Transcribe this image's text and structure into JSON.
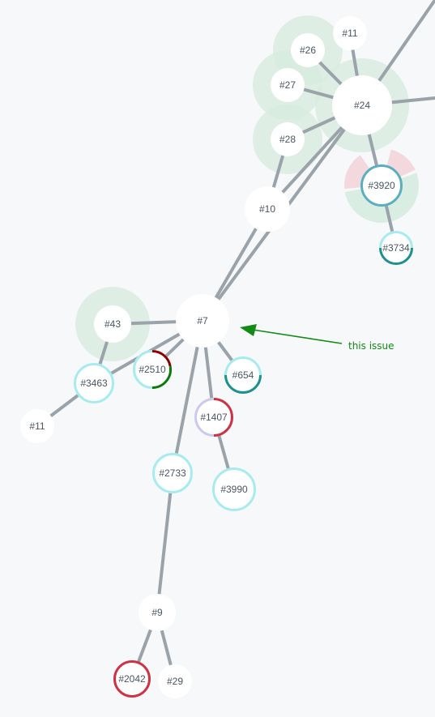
{
  "graph": {
    "nodes": [
      {
        "id": "n11a",
        "label": "#11"
      },
      {
        "id": "n26",
        "label": "#26"
      },
      {
        "id": "n27",
        "label": "#27"
      },
      {
        "id": "n24",
        "label": "#24"
      },
      {
        "id": "n28",
        "label": "#28"
      },
      {
        "id": "n3920",
        "label": "#3920"
      },
      {
        "id": "n10",
        "label": "#10"
      },
      {
        "id": "n3734",
        "label": "#3734"
      },
      {
        "id": "n43",
        "label": "#43"
      },
      {
        "id": "n7",
        "label": "#7"
      },
      {
        "id": "n2510",
        "label": "#2510"
      },
      {
        "id": "n654",
        "label": "#654"
      },
      {
        "id": "n3463",
        "label": "#3463"
      },
      {
        "id": "n1407",
        "label": "#1407"
      },
      {
        "id": "n11b",
        "label": "#11"
      },
      {
        "id": "n2733",
        "label": "#2733"
      },
      {
        "id": "n3990",
        "label": "#3990"
      },
      {
        "id": "n9",
        "label": "#9"
      },
      {
        "id": "n2042",
        "label": "#2042"
      },
      {
        "id": "n29",
        "label": "#29"
      }
    ],
    "edges": [
      [
        "n24",
        "n11a"
      ],
      [
        "n24",
        "n26"
      ],
      [
        "n24",
        "n27"
      ],
      [
        "n24",
        "n28"
      ],
      [
        "n24",
        "n3920"
      ],
      [
        "n3920",
        "n3734"
      ],
      [
        "n28",
        "n10"
      ],
      [
        "n24",
        "n10"
      ],
      [
        "n24",
        "n7"
      ],
      [
        "n10",
        "n7"
      ],
      [
        "n7",
        "n43"
      ],
      [
        "n7",
        "n2510"
      ],
      [
        "n7",
        "n654"
      ],
      [
        "n7",
        "n3463"
      ],
      [
        "n7",
        "n1407"
      ],
      [
        "n7",
        "n2733"
      ],
      [
        "n3463",
        "n43"
      ],
      [
        "n3463",
        "n11b"
      ],
      [
        "n1407",
        "n3990"
      ],
      [
        "n2733",
        "n9"
      ],
      [
        "n9",
        "n2042"
      ],
      [
        "n9",
        "n29"
      ]
    ]
  },
  "annotation": {
    "text": "this issue",
    "target": "n7"
  },
  "colors": {
    "background": "#f6f8fa",
    "edge": "#9aa3aa",
    "annotation": "#138a13",
    "halo_green": "#d5ebdd",
    "halo_pink": "#f3d4da",
    "ring_cyan": "#a8ebee",
    "ring_teal": "#5aaebd",
    "ring_red": "#cc3344",
    "ring_darkred": "#8b0000",
    "ring_green": "#0a7a0a",
    "ring_lavender": "#cfc8ee"
  }
}
